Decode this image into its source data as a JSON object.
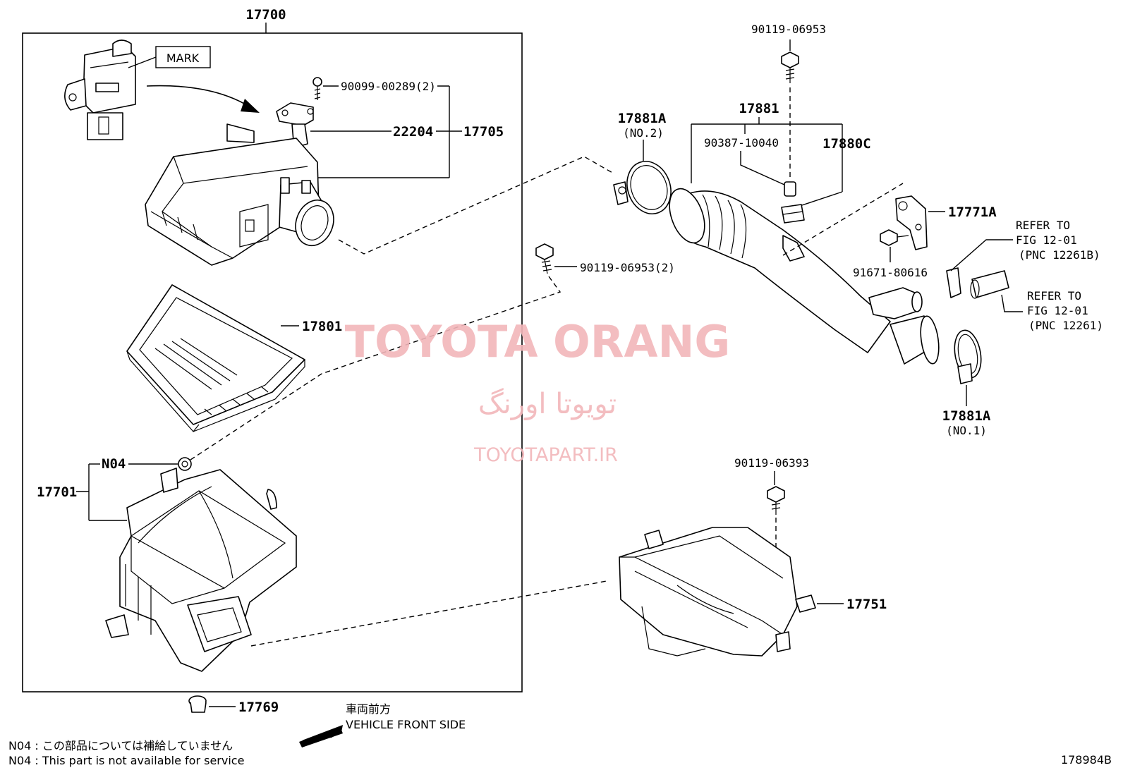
{
  "labels": {
    "assy": "17700",
    "mark": "MARK",
    "screw_sensor": "90099-00289(2)",
    "sensor": "22204",
    "sensor_sub": "17705",
    "filter": "17801",
    "n04": "N04",
    "case": "17701",
    "grommet": "17769",
    "bolt_top": "90119-06953",
    "clamp_no2": "17881A",
    "clamp_no2_sub": "(NO.2)",
    "hose_assy": "17881",
    "hose_part1": "90387-10040",
    "hose_part2": "17880C",
    "bracket": "17771A",
    "bolt_bracket": "91671-80616",
    "refer1_a": "REFER TO",
    "refer1_b": "FIG 12-01",
    "refer1_c": "(PNC 12261B)",
    "refer2_a": "REFER TO",
    "refer2_b": "FIG 12-01",
    "refer2_c": "(PNC 12261)",
    "clamp_no1": "17881A",
    "clamp_no1_sub": "(NO.1)",
    "bolt_case": "90119-06953(2)",
    "bolt_inlet": "90119-06393",
    "inlet": "17751",
    "front_jp": "車両前方",
    "front_en": "VEHICLE FRONT SIDE",
    "note_jp": "N04 : この部品については補給していません",
    "note_en": "N04 : This part is not available for service",
    "figure_id": "178984B"
  },
  "watermark": {
    "line1": "TOYOTA ORANG",
    "line2": "تویوتا اورنگ",
    "line3": "TOYOTAPART.IR",
    "color": "#f2b6ba"
  }
}
